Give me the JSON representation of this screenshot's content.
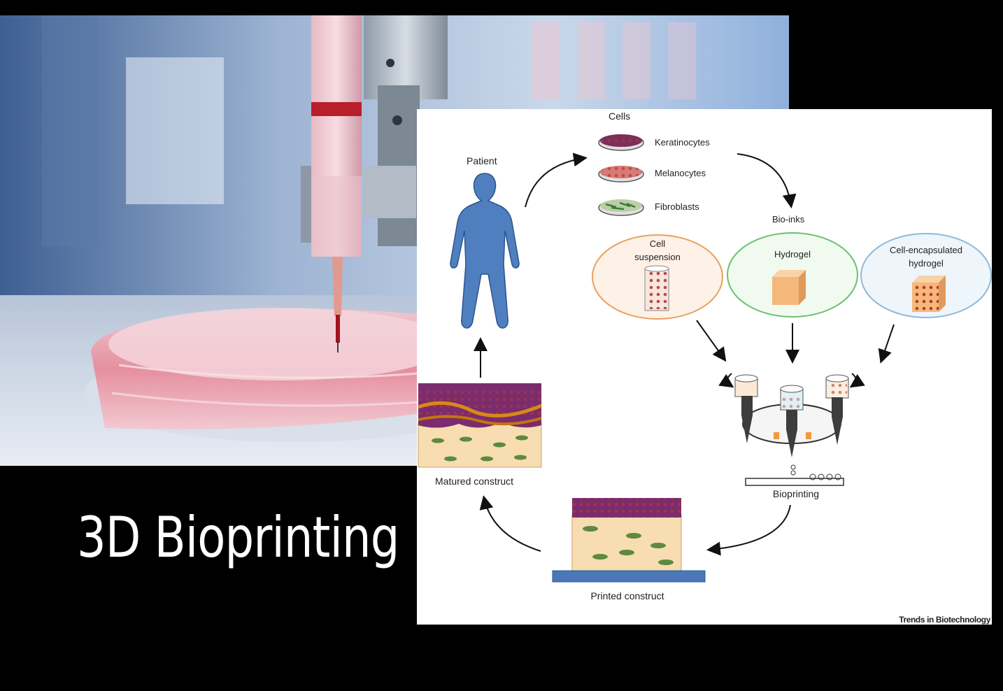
{
  "slide": {
    "title": "3D Bioprinting"
  },
  "diagram": {
    "cells_title": "Cells",
    "cell_types": [
      "Keratinocytes",
      "Melanocytes",
      "Fibroblasts"
    ],
    "patient_label": "Patient",
    "bioinks_title": "Bio-inks",
    "bioinks": [
      {
        "line1": "Cell",
        "line2": "suspension"
      },
      {
        "line1": "Hydrogel",
        "line2": ""
      },
      {
        "line1": "Cell-encapsulated",
        "line2": "hydrogel"
      }
    ],
    "bioprinting_label": "Bioprinting",
    "printed_label": "Printed construct",
    "matured_label": "Matured construct",
    "credit": "Trends in Biotechnology"
  },
  "colors": {
    "background": "#000000",
    "title_text": "#ffffff",
    "patient_blue": "#4f7fbf",
    "suspension_border": "#e8a15c",
    "hydrogel_border": "#6cc070",
    "encapsulated_border": "#8fb9d6",
    "construct_orange": "#f7ddb1",
    "platform_blue": "#4a78b8"
  }
}
